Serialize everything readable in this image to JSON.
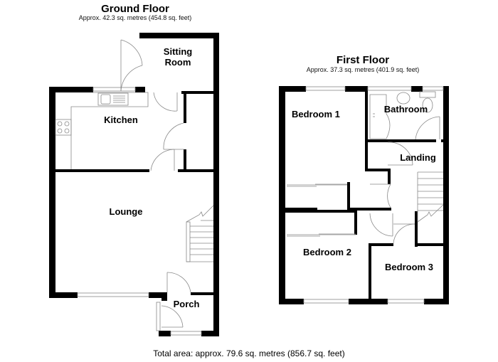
{
  "ground_floor": {
    "title": "Ground Floor",
    "area": "Approx. 42.3 sq. metres (454.8 sq. feet)",
    "rooms": {
      "sitting_room_line1": "Sitting",
      "sitting_room_line2": "Room",
      "kitchen": "Kitchen",
      "lounge": "Lounge",
      "porch": "Porch"
    }
  },
  "first_floor": {
    "title": "First Floor",
    "area": "Approx. 37.3 sq. metres (401.9 sq. feet)",
    "rooms": {
      "bedroom1": "Bedroom 1",
      "bathroom": "Bathroom",
      "landing": "Landing",
      "bedroom2": "Bedroom 2",
      "bedroom3": "Bedroom 3"
    }
  },
  "total_area": "Total area: approx. 79.6 sq. metres (856.7 sq. feet)",
  "colors": {
    "wall": "#000000",
    "fixture": "#888888",
    "background": "#ffffff"
  }
}
